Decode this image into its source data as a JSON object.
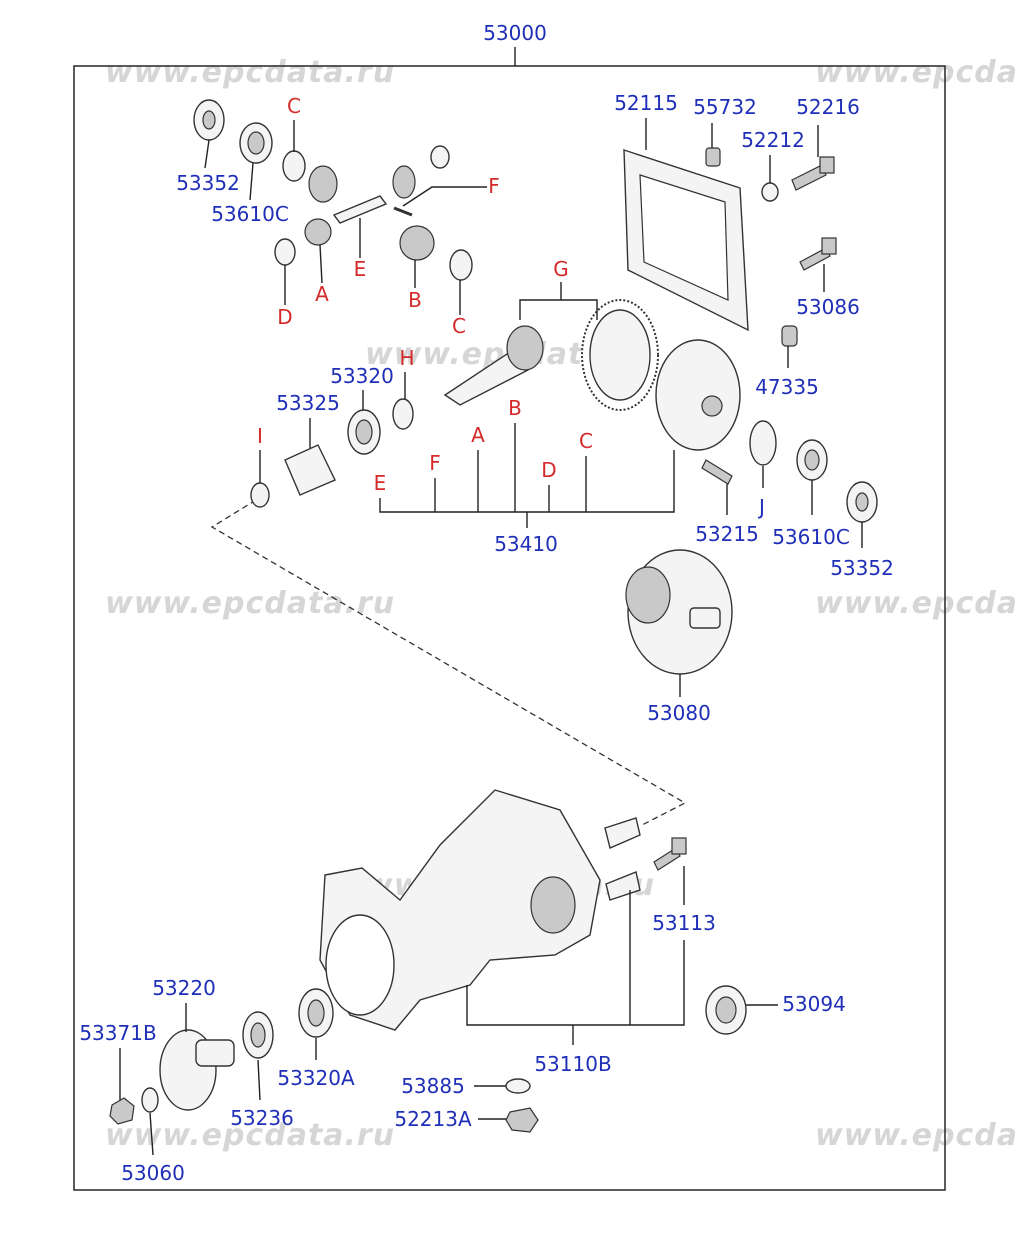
{
  "assembly_number": "53000",
  "watermark": "www.epcdata.ru",
  "group_53410": {
    "label": "53410",
    "letters": [
      "E",
      "F",
      "A",
      "B",
      "D",
      "C"
    ]
  },
  "group_53110B": {
    "label": "53110B"
  },
  "callouts": {
    "p53352_top": "53352",
    "p53610C_top": "53610C",
    "lC_top": "C",
    "lE_top": "E",
    "lF_top": "F",
    "lA_top": "A",
    "lB_top": "B",
    "lD_top": "D",
    "lC_mid": "C",
    "lG": "G",
    "lH": "H",
    "lI": "I",
    "lJ": "J",
    "p52115": "52115",
    "p55732": "55732",
    "p52216": "52216",
    "p52212": "52212",
    "p53086": "53086",
    "p47335": "47335",
    "p53320": "53320",
    "p53325": "53325",
    "p53215": "53215",
    "p53610C_bot": "53610C",
    "p53352_bot": "53352",
    "p53080": "53080",
    "p53113": "53113",
    "p53094": "53094",
    "p53220": "53220",
    "p53371B": "53371B",
    "p53236": "53236",
    "p53320A": "53320A",
    "p53060": "53060",
    "p53885": "53885",
    "p52213A": "52213A"
  }
}
